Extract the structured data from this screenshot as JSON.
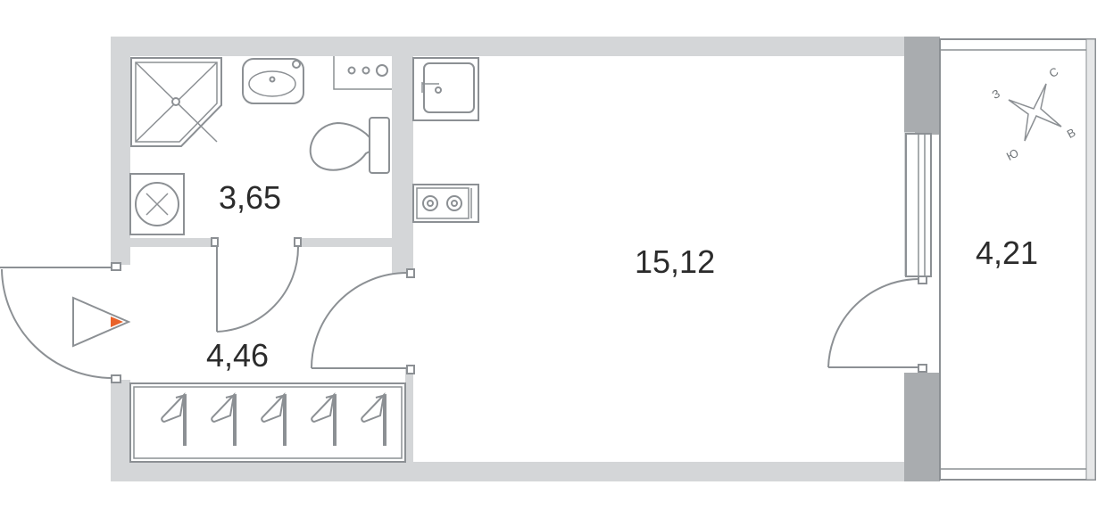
{
  "rooms": {
    "bathroom": {
      "area": "3,65"
    },
    "hallway": {
      "area": "4,46"
    },
    "living_room": {
      "area": "15,12"
    },
    "balcony": {
      "area": "4,21"
    }
  },
  "compass": {
    "north": "С",
    "east": "В",
    "south": "Ю",
    "west": "З"
  },
  "colors": {
    "wall": "#d4d6d8",
    "wall_dark": "#a9acaf",
    "line": "#8c9094",
    "entrance_arrow": "#e8622a"
  },
  "icons": [
    "shower-icon",
    "sink-icon",
    "washing-machine-icon",
    "toilet-icon",
    "vent-icon",
    "kitchen-sink-icon",
    "stove-icon",
    "entrance-arrow-icon",
    "hanger-icon",
    "compass-icon"
  ]
}
